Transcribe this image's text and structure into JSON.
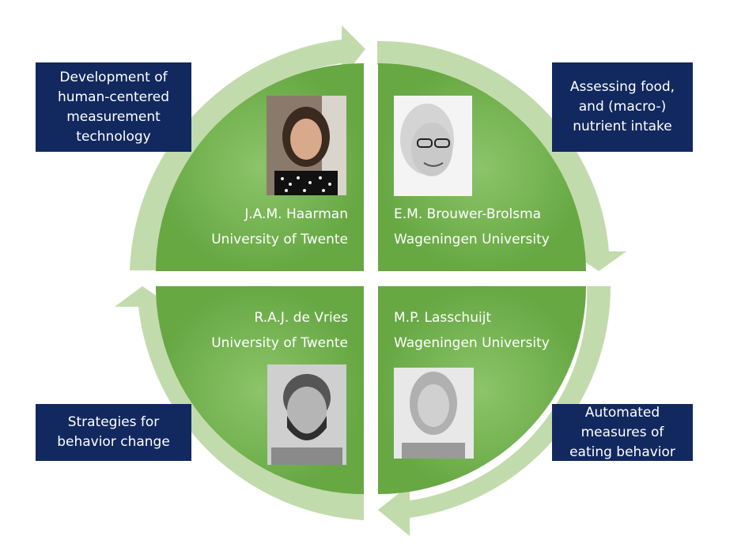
{
  "colors": {
    "ring": "#c2dbac",
    "quadrant": "#6fae48",
    "quadrant_light": "#7fbc58",
    "box": "#12295f",
    "text": "#ffffff"
  },
  "boxes": {
    "top_left": {
      "lines": [
        "Development of",
        "human-centered",
        "measurement",
        "technology"
      ]
    },
    "top_right": {
      "lines": [
        "Assessing food,",
        "and (macro-)",
        "nutrient intake"
      ]
    },
    "bottom_left": {
      "lines": [
        "Strategies for",
        "behavior change"
      ]
    },
    "bottom_right": {
      "lines": [
        "Automated",
        "measures of",
        "eating behavior"
      ]
    }
  },
  "people": {
    "top_left": {
      "name": "J.A.M. Haarman",
      "affiliation": "University of Twente"
    },
    "top_right": {
      "name": "E.M. Brouwer-Brolsma",
      "affiliation": "Wageningen University"
    },
    "bottom_left": {
      "name": "R.A.J. de Vries",
      "affiliation": "University of Twente"
    },
    "bottom_right": {
      "name": "M.P. Lasschuijt",
      "affiliation": "Wageningen University"
    }
  }
}
